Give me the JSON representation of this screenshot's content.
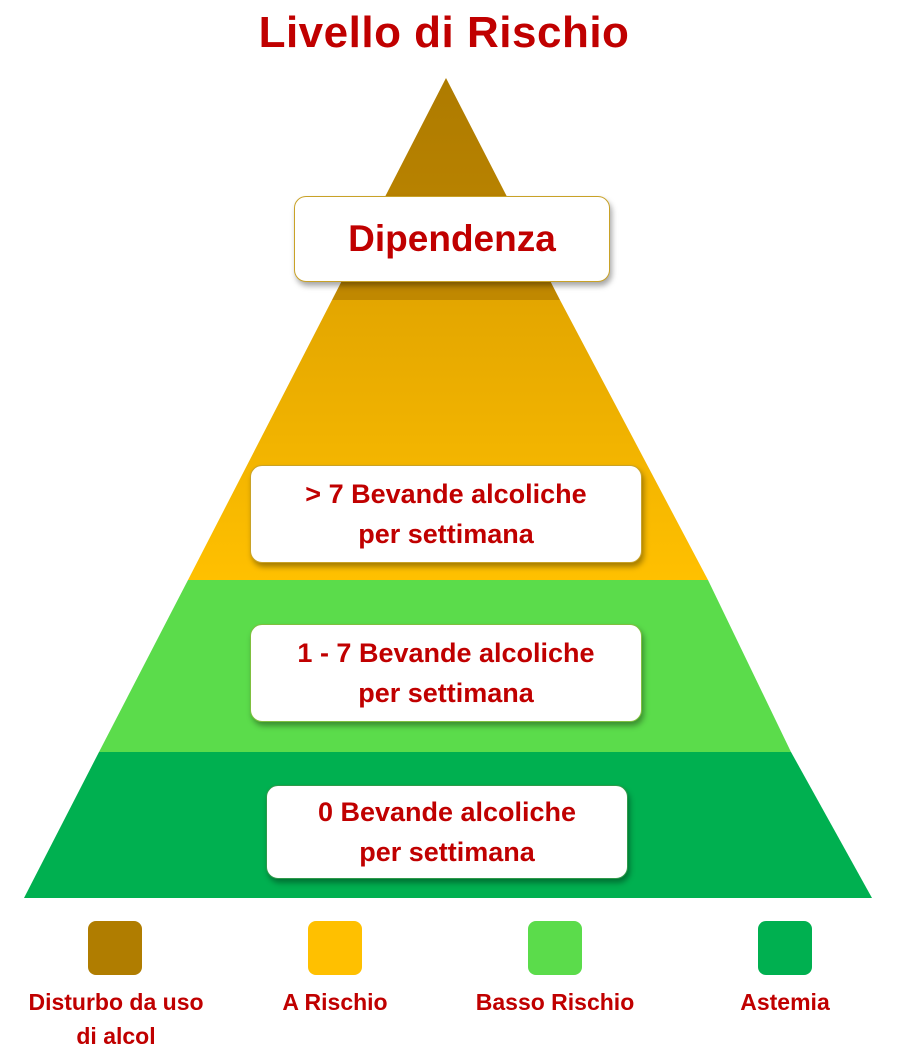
{
  "title": "Livello di Rischio",
  "levels": [
    {
      "key": "dipendenza",
      "box_text": "Dipendenza",
      "color": "#b07d00"
    },
    {
      "key": "a_rischio",
      "box_line1": "> 7 Bevande alcoliche",
      "box_line2": "per settimana",
      "color_top": "#e3a600",
      "color_bottom": "#ffc000"
    },
    {
      "key": "basso_rischio",
      "box_line1": "1 - 7 Bevande alcoliche",
      "box_line2": "per settimana",
      "color": "#5bdc4b"
    },
    {
      "key": "astemia",
      "box_line1": "0 Bevande alcoliche",
      "box_line2": "per settimana",
      "color": "#00b050"
    }
  ],
  "legend": [
    {
      "line1": "Disturbo da uso",
      "line2": "di alcol",
      "color": "#b07d00"
    },
    {
      "line1": "A Rischio",
      "color": "#ffc000"
    },
    {
      "line1": "Basso Rischio",
      "color": "#5bdc4b"
    },
    {
      "line1": "Astemia",
      "color": "#00b050"
    }
  ]
}
